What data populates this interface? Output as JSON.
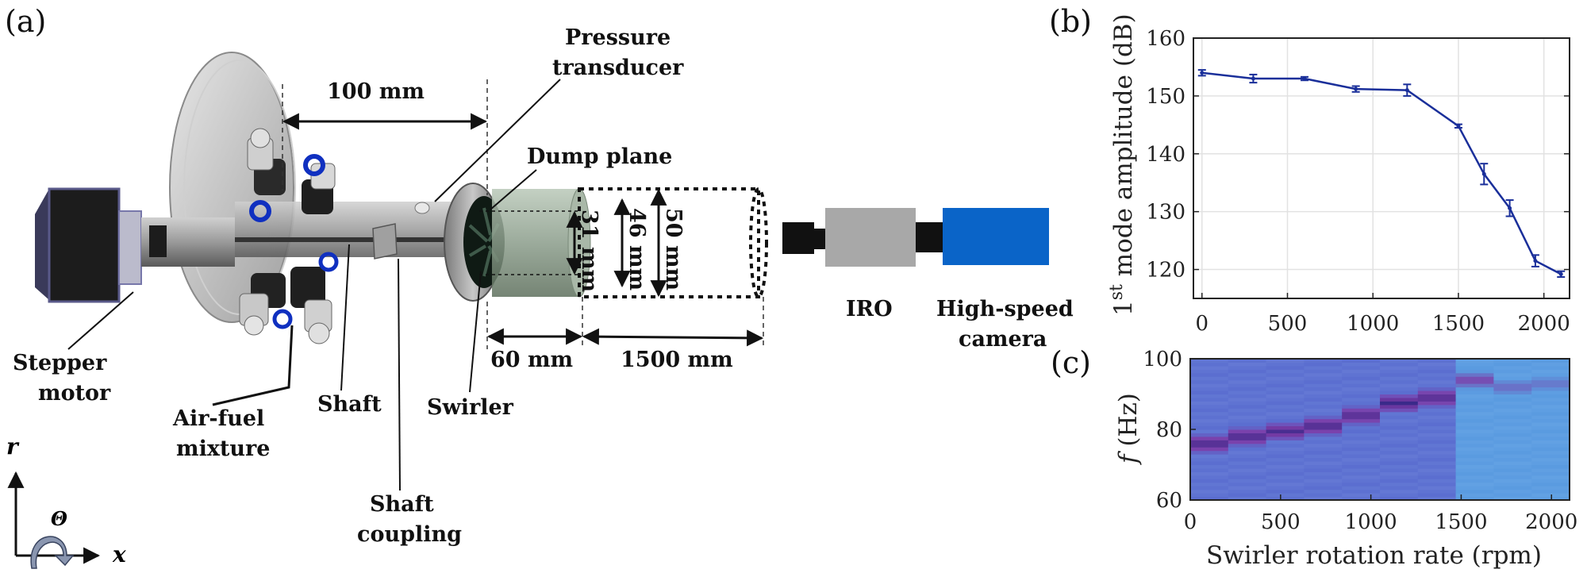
{
  "panels": {
    "a": "(a)",
    "b": "(b)",
    "c": "(c)"
  },
  "schematic": {
    "labels": {
      "pressure_transducer_1": "Pressure",
      "pressure_transducer_2": "transducer",
      "dump_plane": "Dump plane",
      "len_100": "100 mm",
      "len_60": "60 mm",
      "len_1500": "1500 mm",
      "dia_31": "31 mm",
      "dia_46": "46 mm",
      "dia_50": "50 mm",
      "stepper_1": "Stepper",
      "stepper_2": "motor",
      "airfuel_1": "Air-fuel",
      "airfuel_2": "mixture",
      "shaft": "Shaft",
      "swirler": "Swirler",
      "coupling_1": "Shaft",
      "coupling_2": "coupling",
      "iro": "IRO",
      "camera_1": "High-speed",
      "camera_2": "camera",
      "axis_r": "r",
      "axis_theta": "Θ",
      "axis_x": "x"
    },
    "colors": {
      "camera": "#0a64c8",
      "iro": "#a8a8a8",
      "motor": "#1c1c1c"
    }
  },
  "chart_data": [
    {
      "panel": "(b)",
      "type": "line",
      "x": [
        0,
        300,
        600,
        900,
        1200,
        1500,
        1650,
        1800,
        1950,
        2100
      ],
      "values": [
        154.0,
        153.0,
        153.0,
        151.2,
        151.0,
        144.8,
        136.5,
        130.6,
        121.5,
        119.2
      ],
      "errors": [
        0.5,
        0.7,
        0.3,
        0.5,
        1.0,
        0.3,
        1.8,
        1.4,
        1.0,
        0.5
      ],
      "ylabel_pre": "1",
      "ylabel_sup": "st",
      "ylabel_post": " mode amplitude (dB)",
      "xlim": [
        -50,
        2150
      ],
      "ylim": [
        115,
        160
      ],
      "xticks": [
        "0",
        "500",
        "1000",
        "1500",
        "2000"
      ],
      "yticks": [
        "120",
        "130",
        "140",
        "150",
        "160"
      ],
      "grid": true,
      "color": "#1a2f9a"
    },
    {
      "panel": "(c)",
      "type": "heatmap",
      "xlabel": "Swirler rotation rate (rpm)",
      "ylabel_var": "f",
      "ylabel_unit": " (Hz)",
      "xlim": [
        0,
        2100
      ],
      "ylim": [
        60,
        100
      ],
      "xticks": [
        "0",
        "500",
        "1000",
        "1500",
        "2000"
      ],
      "yticks": [
        "60",
        "80",
        "100"
      ],
      "peak_frequency_hz": [
        76,
        78,
        79.5,
        81,
        84,
        87.5,
        89,
        94,
        92,
        93
      ],
      "peak_strength": [
        0.95,
        0.95,
        0.9,
        0.95,
        0.9,
        1.0,
        0.9,
        0.55,
        0.35,
        0.3
      ],
      "rpm_bands": [
        0,
        210,
        420,
        630,
        840,
        1050,
        1260,
        1470,
        1680,
        1890,
        2100
      ],
      "colormap": [
        "#3a2a8a",
        "#7d3da8",
        "#b45a9a",
        "#5a9be0"
      ]
    }
  ]
}
